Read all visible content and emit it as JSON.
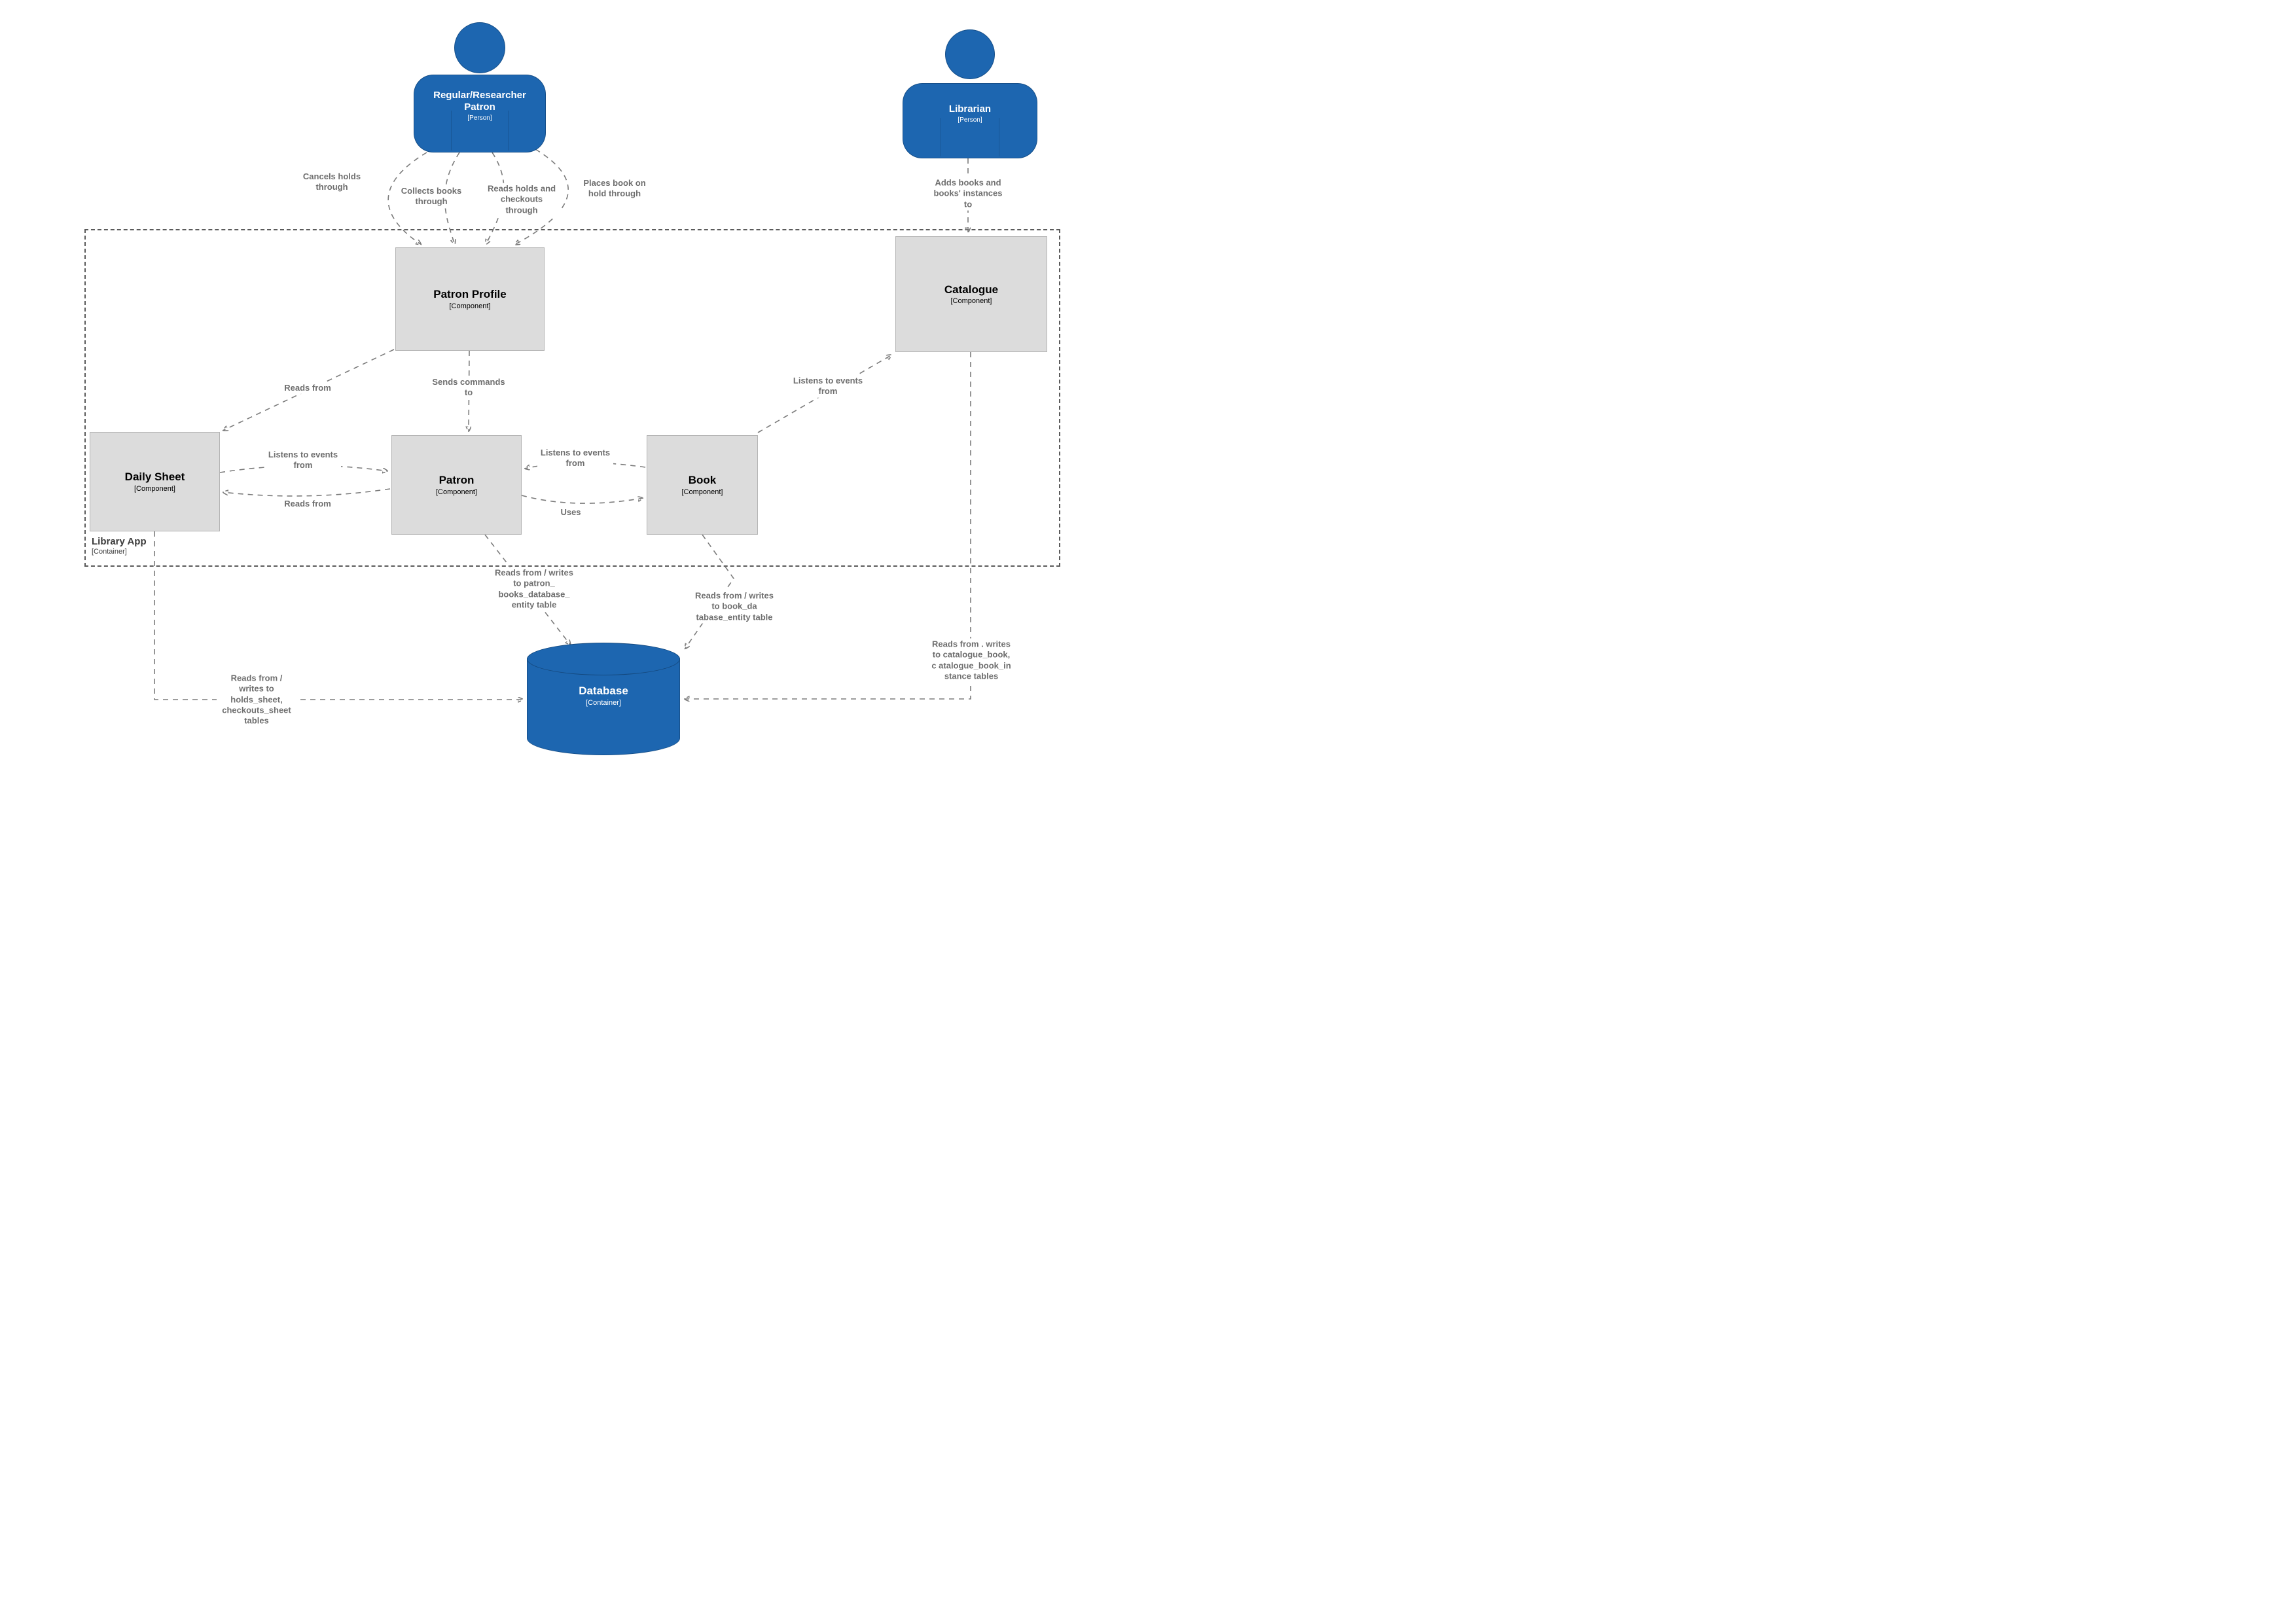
{
  "diagram": {
    "container_boundary": {
      "name": "Library App",
      "type": "[Container]"
    },
    "persons": [
      {
        "name": "Regular/Researcher Patron",
        "type": "[Person]"
      },
      {
        "name": "Librarian",
        "type": "[Person]"
      }
    ],
    "components": [
      {
        "name": "Patron Profile",
        "type": "[Component]"
      },
      {
        "name": "Catalogue",
        "type": "[Component]"
      },
      {
        "name": "Daily Sheet",
        "type": "[Component]"
      },
      {
        "name": "Patron",
        "type": "[Component]"
      },
      {
        "name": "Book",
        "type": "[Component]"
      }
    ],
    "database": {
      "name": "Database",
      "type": "[Container]"
    },
    "edge_labels": {
      "cancels_holds": "Cancels holds through",
      "collects_books": "Collects books through",
      "reads_holds_checkouts": "Reads holds and checkouts through",
      "places_hold": "Places book on hold through",
      "adds_books": "Adds books and books' instances to",
      "sends_commands": "Sends commands to",
      "reads_from_profile": "Reads from",
      "listens_daily_sheet": "Listens to events from",
      "reads_from_patron": "Reads from",
      "listens_patron": "Listens to events from",
      "uses": "Uses",
      "listens_catalogue": "Listens to events from",
      "patron_db": "Reads from / writes to patron_ books_database_ entity table",
      "book_db": "Reads from / writes to book_da tabase_entity table",
      "catalogue_db": "Reads from . writes to catalogue_book, c atalogue_book_in stance tables",
      "holds_db": "Reads from / writes to holds_sheet, checkouts_sheet tables"
    },
    "colors": {
      "person_blue": "#1d66b0",
      "component_gray": "#dcdcdc",
      "line_gray": "#7b7b7b"
    }
  }
}
